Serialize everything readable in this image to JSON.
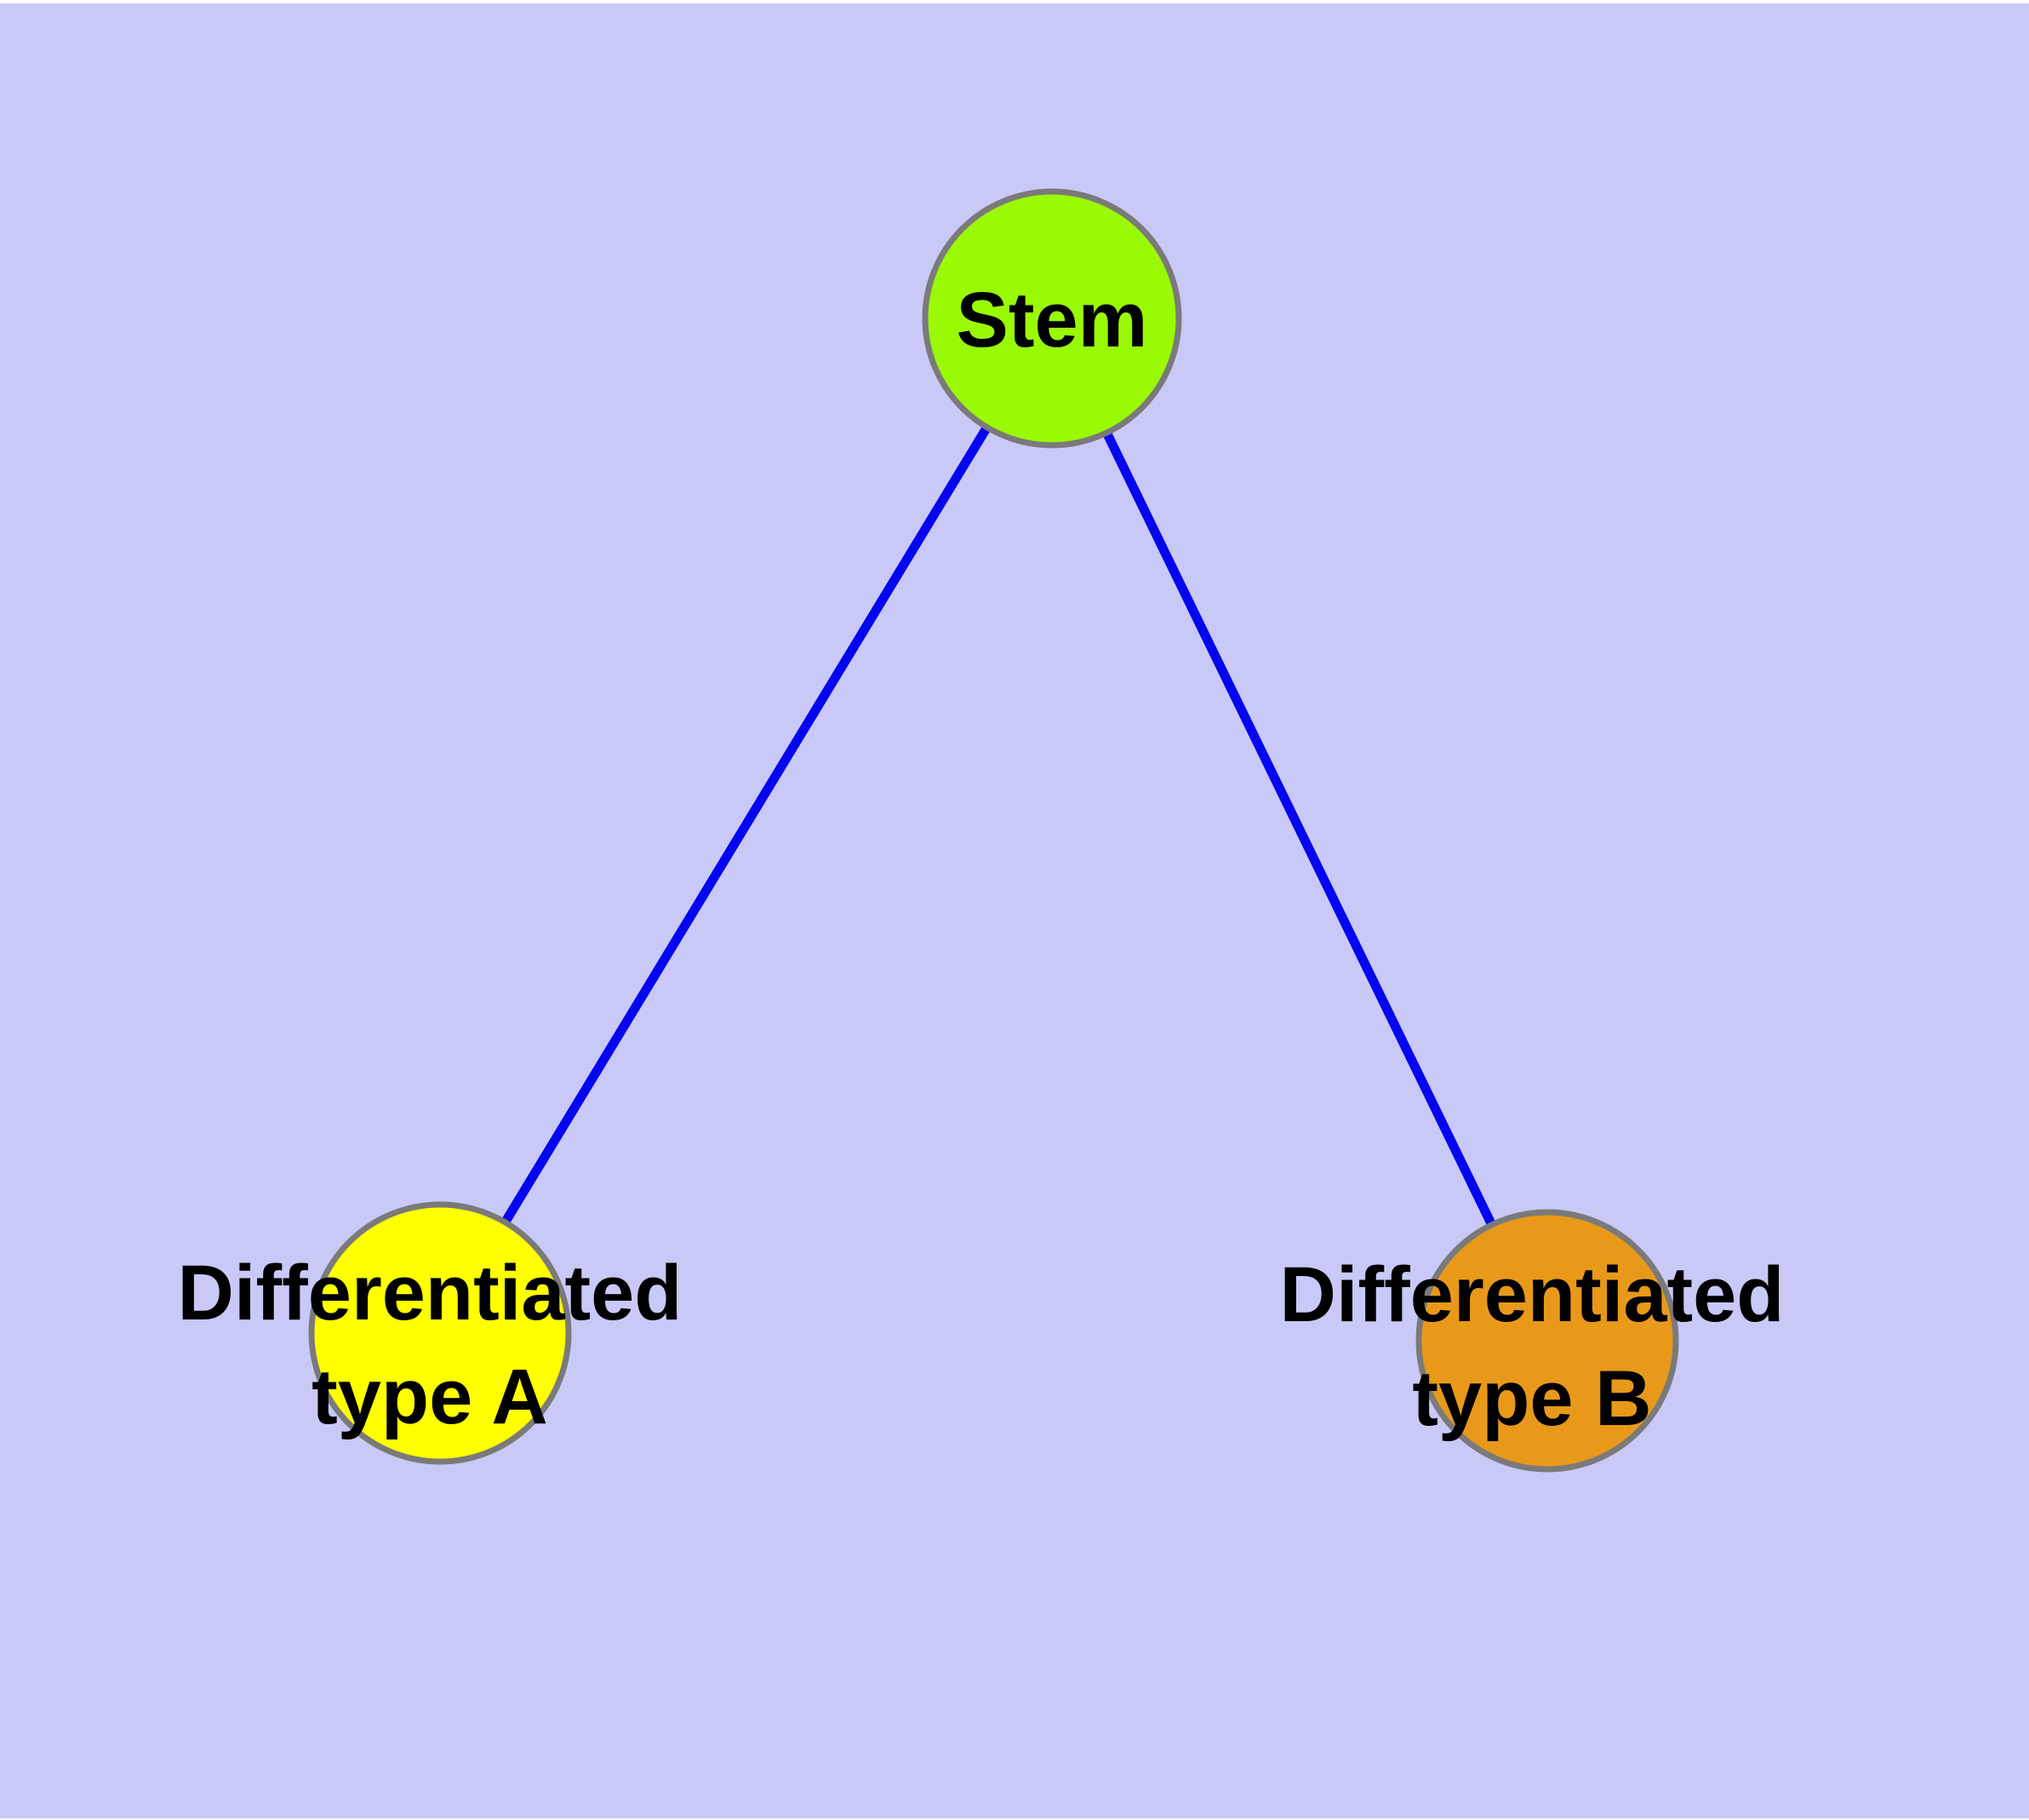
{
  "diagram": {
    "type": "graph",
    "background_color": "#C9C9F8",
    "node_border_color": "#7A7A7A",
    "edge_color": "#0505F0",
    "text_color": "#000000",
    "nodes": [
      {
        "id": "stem",
        "label": "Stem",
        "lines": [
          "Stem"
        ],
        "fill": "#9AF905",
        "shape": "circle"
      },
      {
        "id": "differentiated-type-a",
        "label": "Differentiated type A",
        "lines": [
          "Differentiated",
          "type A"
        ],
        "fill": "#FFFF00",
        "shape": "circle"
      },
      {
        "id": "differentiated-type-b",
        "label": "Differentiated type B",
        "lines": [
          "Differentiated",
          "type B"
        ],
        "fill": "#E8991A",
        "shape": "circle"
      }
    ],
    "edges": [
      {
        "from": "Stem",
        "to": "Differentiated type A"
      },
      {
        "from": "Stem",
        "to": "Differentiated type B"
      }
    ]
  }
}
